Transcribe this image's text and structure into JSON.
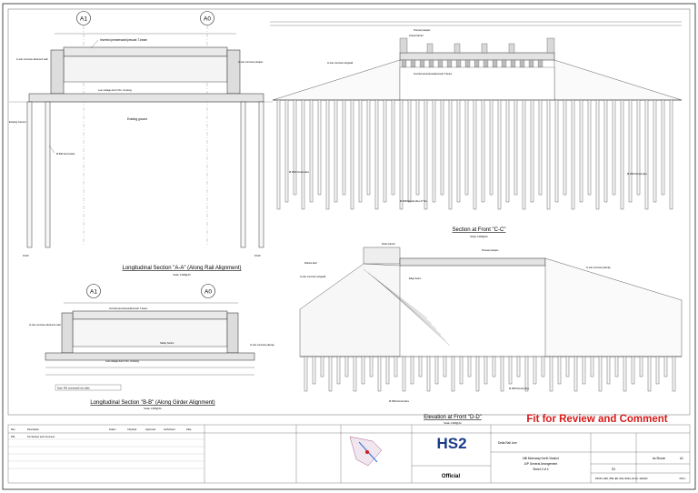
{
  "drawing": {
    "grid_markers": [
      "A1",
      "A0"
    ],
    "section_aa": {
      "title": "Longitudinal Section \"A-A\" (Along Rail Alignment)",
      "scale": "Scale 1:200@A1",
      "labels": [
        "Inverted prestressed/precast T-beam",
        "In-situ concrete abutment wall",
        "In-situ concrete parapet",
        "Low voltage duct 2 No. crossing",
        "Existing Ground",
        "Existing ground",
        "Ø 900 bored piles"
      ]
    },
    "section_bb": {
      "title": "Longitudinal Section \"B-B\" (Along Girder Alignment)",
      "scale": "Scale 1:200@A1",
      "labels": [
        "Inverted prestressed/precast T-beam",
        "In-situ concrete abutment wall",
        "Low voltage duct 2 No. crossing",
        "Safety barrier",
        "In-situ concrete pilecap"
      ],
      "note": "Note: Pile connected into slabs"
    },
    "section_cc": {
      "title": "Section at Front \"C-C\"",
      "scale": "Scale 1:200@A1",
      "labels": [
        "Precast parapet",
        "Gravel barrier",
        "In-situ concrete wingwall",
        "Inverted prestressed/precast T-beam",
        "Ø 1500 bored piles",
        "Ø 1500 bored piles 27 No.",
        "Ø 1500 bored piles"
      ]
    },
    "elevation_dd": {
      "title": "Elevation at Front \"D-D\"",
      "scale": "Scale 1:200@A1",
      "labels": [
        "Noise barrier",
        "Precast parapet",
        "Robust kerb",
        "In-situ concrete wingwall",
        "Edge beam",
        "In-situ concrete pilecap",
        "Ø 1500 bored piles",
        "Ø 1500 bored piles"
      ]
    }
  },
  "status_stamp": "Fit for Review and Comment",
  "title_block": {
    "client_logo": "HS2",
    "project": "Delta Rail Line",
    "drawing_title": [
      "Mill Motorway North Viaduct",
      "A/P General Arrangement",
      "Sheet 2 of 4"
    ],
    "security": "Official",
    "scale": "As Shown",
    "size": "A1",
    "status": "S3",
    "drawing_number": "1MC05-EBV_MSD-BR-DGA-NS04_NL10-100362",
    "revision": "P01.1",
    "suitability": "Fit for Review and Comment",
    "sheet_code": "S3"
  },
  "revisions": {
    "headers": [
      "Rev",
      "Description",
      "Drawn",
      "Checked",
      "Approved",
      "Authorised",
      "Date"
    ],
    "rows": [
      [
        "P01",
        "For Review and Comment",
        "",
        "",
        "",
        "",
        ""
      ]
    ]
  }
}
